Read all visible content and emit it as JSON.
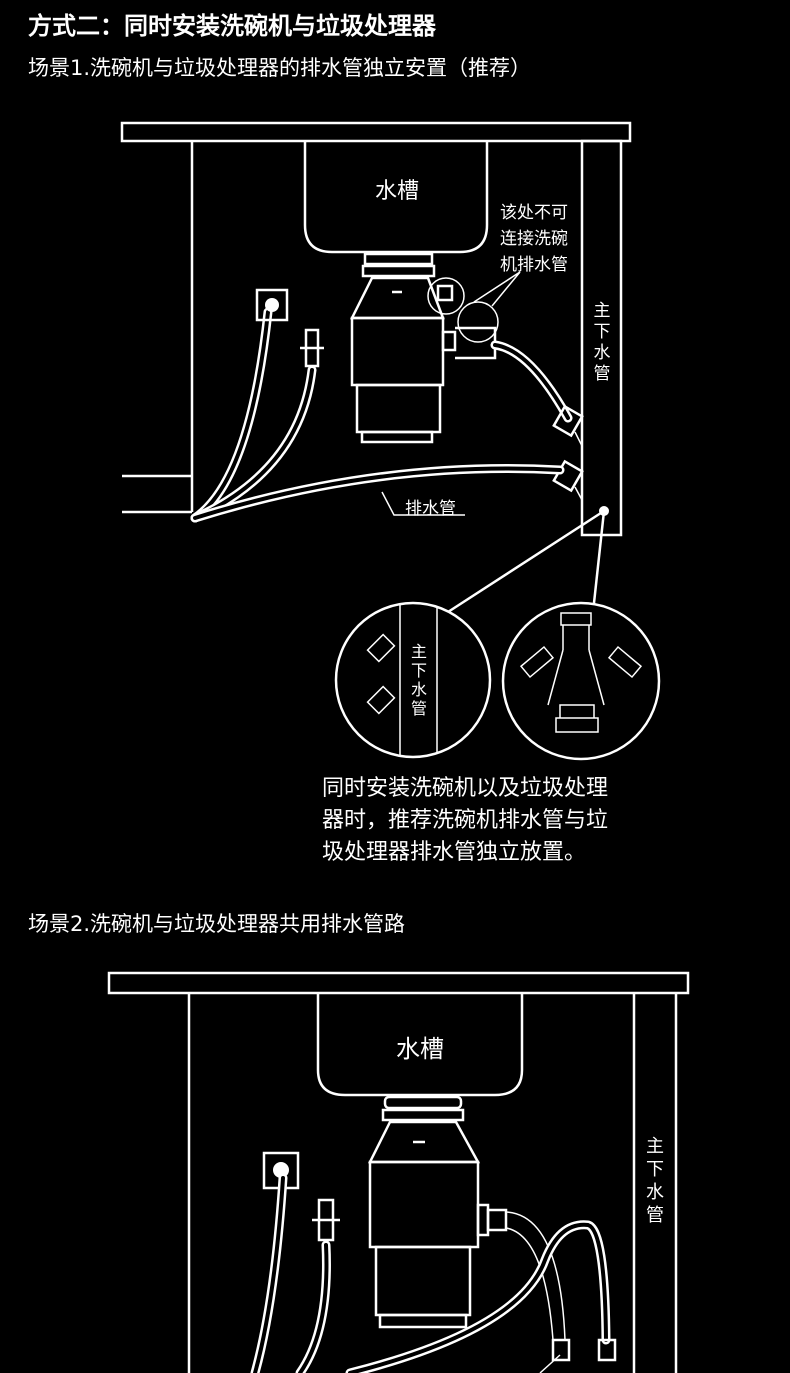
{
  "heading": "方式二：同时安装洗碗机与垃圾处理器",
  "scene1": {
    "title": "场景1.洗碗机与垃圾处理器的排水管独立安置（推荐）",
    "sink_label": "水槽",
    "warning_lines": [
      "该处不可",
      "连接洗碗",
      "机排水管"
    ],
    "main_pipe_chars": [
      "主",
      "下",
      "水",
      "管"
    ],
    "drain_hose_label": "排水管",
    "detail_pipe_chars": [
      "主",
      "下",
      "水",
      "管"
    ],
    "note_lines": [
      "同时安装洗碗机以及垃圾处理",
      "器时，推荐洗碗机排水管与垃",
      "圾处理器排水管独立放置。"
    ]
  },
  "scene2": {
    "title": "场景2.洗碗机与垃圾处理器共用排水管路",
    "sink_label": "水槽",
    "main_pipe_chars": [
      "主",
      "下",
      "水",
      "管"
    ]
  }
}
